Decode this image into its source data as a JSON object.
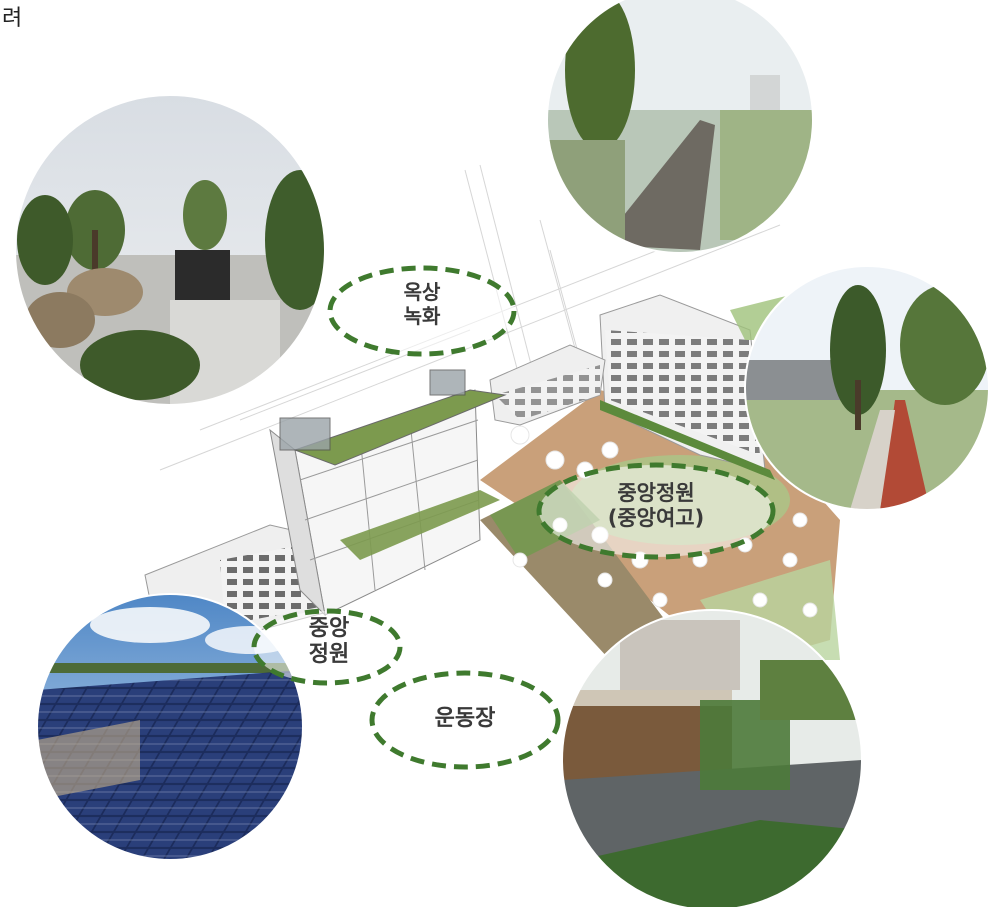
{
  "corner_text": "려",
  "labels": {
    "rooftop": [
      "옥상",
      "녹화"
    ],
    "central_garden": [
      "중앙정원",
      "(중앙여고)"
    ],
    "central_garden_small": [
      "중앙",
      "정원"
    ],
    "playground": [
      "운동장"
    ]
  },
  "colors": {
    "dashed_ring": "#3f7a2e",
    "green_roof": "#7c9a4e",
    "courtyard": "#c9a07a",
    "grass": "#9fc27a"
  }
}
